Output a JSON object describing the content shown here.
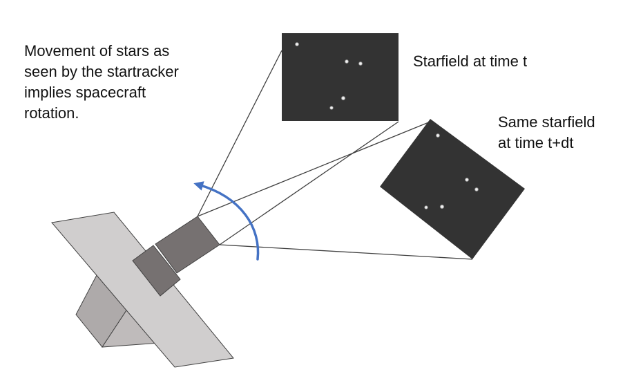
{
  "captions": {
    "main": "Movement of stars as\nseen by the startracker\nimplies spacecraft\nrotation.",
    "starfield_t": "Starfield at time t",
    "starfield_tdt": "Same starfield\nat time t+dt"
  },
  "colors": {
    "background": "#ffffff",
    "starfield": "#333333",
    "star": "#ffffff",
    "rotation_arrow": "#4472c4",
    "panel": "#d0cece",
    "body": "#aeaaaa",
    "body_shade": "#bfbbbb",
    "tracker": "#767171",
    "outline": "#404040"
  },
  "icons": {
    "rotation": "curved-arrow-icon",
    "spacecraft": "satellite-icon"
  }
}
